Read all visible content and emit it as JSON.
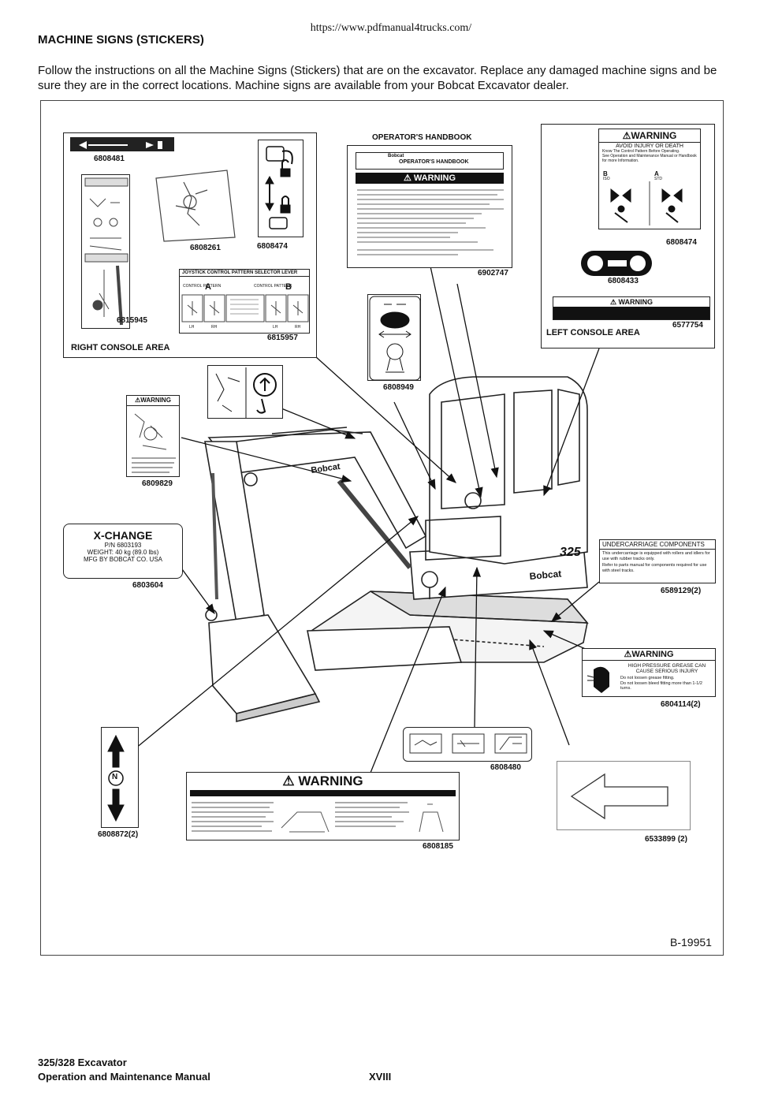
{
  "header": {
    "url": "https://www.pdfmanual4trucks.com/",
    "title": "MACHINE SIGNS (STICKERS)",
    "intro": "Follow the instructions on all the Machine Signs (Stickers) that are on the excavator. Replace any damaged machine signs and be sure they are in the correct locations. Machine signs are available from your Bobcat Excavator dealer."
  },
  "figure": {
    "id": "B-19951",
    "right_console": {
      "label": "RIGHT CONSOLE AREA",
      "parts": [
        "6808481",
        "6808261",
        "6808474",
        "6815945",
        "6815957"
      ],
      "joystick_title": "JOYSTICK CONTROL PATTERN SELECTOR LEVER",
      "control_pattern": "CONTROL PATTERN",
      "pattern_a": "A",
      "pattern_b": "B",
      "lh": "LH",
      "rh": "RH"
    },
    "handbook": {
      "label": "OPERATOR'S HANDBOOK",
      "part": "6902747",
      "sticker_title": "OPERATOR'S HANDBOOK",
      "sticker_warning": "WARNING",
      "brand": "Bobcat"
    },
    "left_console": {
      "label": "LEFT CONSOLE AREA",
      "parts": [
        "6808474",
        "6808433",
        "6577754"
      ],
      "warning": "WARNING",
      "avoid": "AVOID INJURY OR DEATH",
      "bullets": [
        "Know The Control Pattern Before Operating.",
        "See Operation and Maintenance Manual or Handbook for more Information."
      ],
      "b": "B",
      "iso": "ISO",
      "a": "A",
      "std": "STD"
    },
    "stickers": {
      "s6808949": "6808949",
      "s6809829": "6809829",
      "s6809829_warning": "WARNING",
      "s6803604": "6803604",
      "xchange_title": "X-CHANGE",
      "xchange_pn": "P/N 6803193",
      "xchange_weight": "WEIGHT: 40 kg (89.0 lbs)",
      "xchange_mfg": "MFG BY BOBCAT CO. USA",
      "undercarriage_title": "UNDERCARRIAGE COMPONENTS",
      "undercarriage_text1": "This undercarriage is equipped with rollers and idlers for use with rubber tracks only.",
      "undercarriage_text2": "Refer to parts manual for components required for use with steel tracks.",
      "undercarriage_part": "6589129(2)",
      "grease_warning": "WARNING",
      "grease_head": "HIGH PRESSURE GREASE CAN CAUSE SERIOUS INJURY",
      "grease_b1": "Do not loosen grease fitting.",
      "grease_b2": "Do not loosen bleed fitting more than 1-1/2 turns.",
      "grease_part": "6804114(2)",
      "s6808480": "6808480",
      "s6808185": "6808185",
      "s6808185_warning": "WARNING",
      "s6808872": "6808872(2)",
      "s6808872_n": "N",
      "s6533899": "6533899 (2)",
      "s6577754_warning": "WARNING",
      "machine_model": "325",
      "machine_brand": "Bobcat"
    }
  },
  "footer": {
    "model": "325/328 Excavator",
    "manual": "Operation and Maintenance Manual",
    "page": "XVIII"
  }
}
